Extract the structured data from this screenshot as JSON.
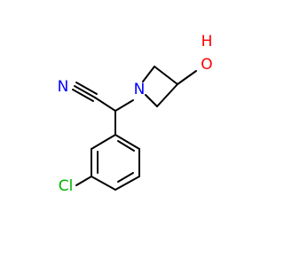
{
  "molecule": {
    "atoms": {
      "nitrogen_nitrile": "N",
      "nitrogen_ring": "N",
      "hydroxyl_oxygen": "O",
      "hydroxyl_hydrogen": "H",
      "chlorine": "Cl"
    },
    "colors": {
      "bond": "#000000",
      "nitrogen": "#0000ff",
      "oxygen": "#ff0000",
      "chlorine": "#00b400",
      "background": "#ffffff"
    }
  }
}
